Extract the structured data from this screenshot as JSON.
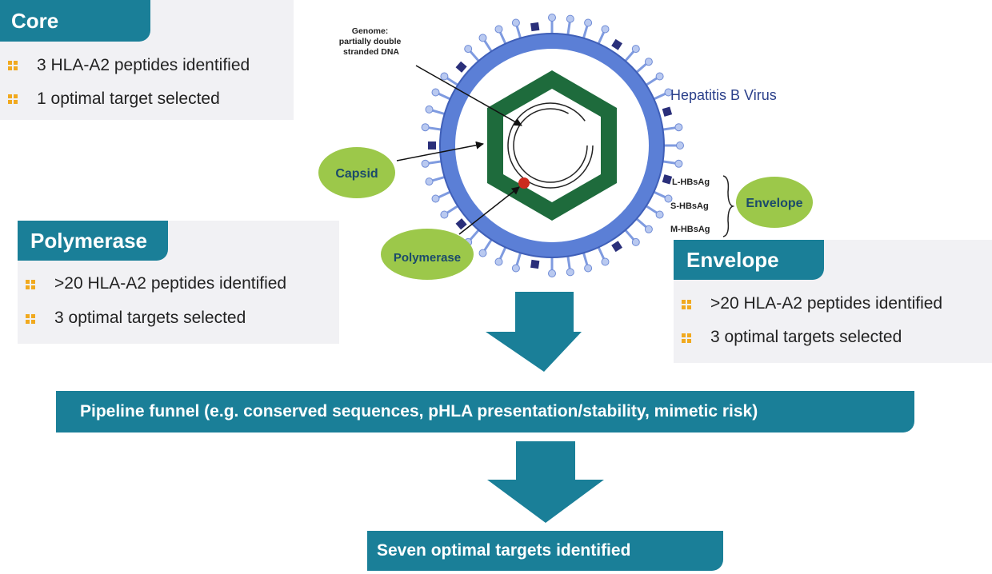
{
  "core": {
    "title": "Core",
    "items": [
      "3 HLA-A2 peptides identified",
      "1 optimal target selected"
    ]
  },
  "polymerase": {
    "title": "Polymerase",
    "items": [
      ">20 HLA-A2 peptides identified",
      "3 optimal targets selected"
    ]
  },
  "envelope": {
    "title": "Envelope",
    "items": [
      ">20 HLA-A2 peptides identified",
      "3 optimal targets selected"
    ]
  },
  "virus": {
    "name": "Hepatitis B Virus",
    "genome_label": [
      "Genome:",
      "partially double",
      "stranded DNA"
    ],
    "capsid": "Capsid",
    "polymerase": "Polymerase",
    "envelope": "Envelope",
    "antigens": [
      "L-HBsAg",
      "S-HBsAg",
      "M-HBsAg"
    ]
  },
  "pipeline": "Pipeline funnel (e.g. conserved sequences, pHLA presentation/stability, mimetic risk)",
  "result": "Seven optimal targets identified",
  "colors": {
    "teal": "#1a7f98",
    "bullet": "#f1a91e",
    "panel": "#f1f1f4",
    "envelope_blue": "#5b7fd6",
    "capsid_green": "#1e6b3c",
    "label_green": "#9cc84a"
  }
}
